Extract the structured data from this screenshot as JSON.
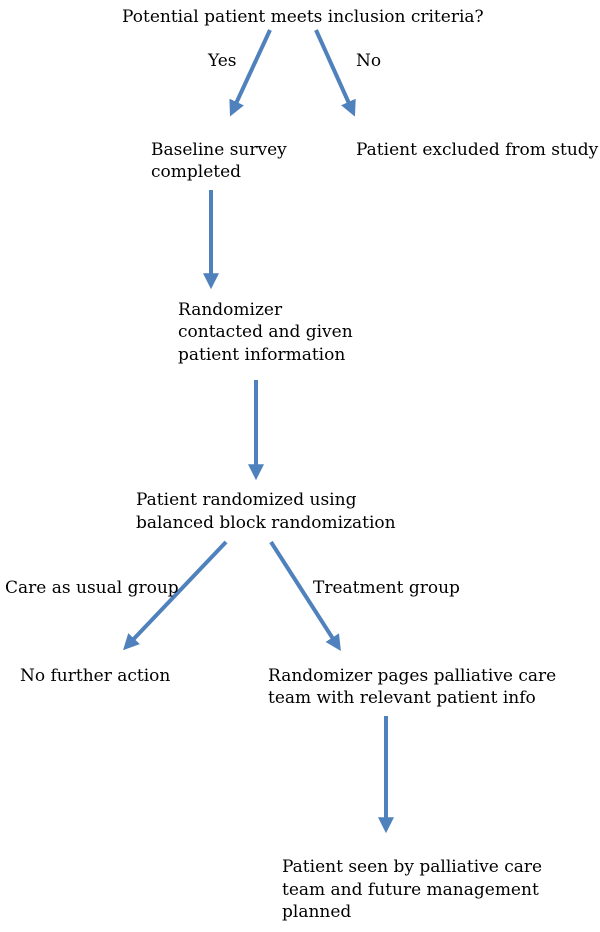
{
  "flowchart": {
    "nodes": {
      "inclusion_question": "Potential patient meets inclusion criteria?",
      "excluded": "Patient excluded from study",
      "baseline_line1": "Baseline survey",
      "baseline_line2": "completed",
      "randomizer_line1": "Randomizer",
      "randomizer_line2": "contacted and given",
      "randomizer_line3": "patient information",
      "randomized_line1": "Patient randomized using",
      "randomized_line2": "balanced block randomization",
      "no_action": "No further action",
      "pages_line1": "Randomizer pages palliative care",
      "pages_line2": "team with relevant patient info",
      "seen_line1": "Patient seen by palliative care",
      "seen_line2": "team and future management",
      "seen_line3": "planned"
    },
    "edge_labels": {
      "yes": "Yes",
      "no": "No",
      "care_as_usual": "Care as usual group",
      "treatment": "Treatment group"
    },
    "arrow_color": "#4f81bd"
  }
}
